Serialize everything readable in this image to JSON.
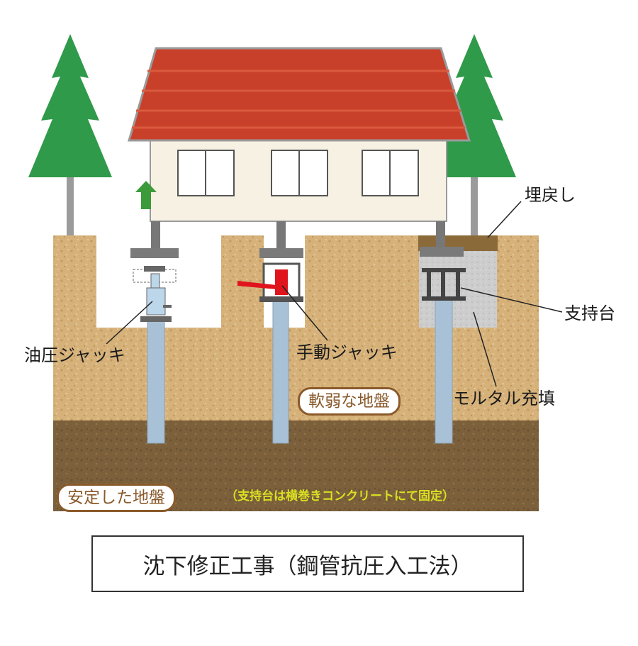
{
  "labels": {
    "oil_jack": "油圧ジャッキ",
    "manual_jack": "手動ジャッキ",
    "backfill": "埋戻し",
    "support": "支持台",
    "mortar": "モルタル充填"
  },
  "ground": {
    "soft": "軟弱な地盤",
    "stable": "安定した地盤",
    "note": "（支持台は横巻きコンクリートにて固定）"
  },
  "title": "沈下修正工事（鋼管抗圧入工法）",
  "colors": {
    "roof": "#c9402a",
    "wall": "#f6f1e2",
    "soft_soil": "#d3ad74",
    "stable_soil": "#7a5f3a",
    "pipe": "#a9c1d6",
    "jack_red": "#e0141c",
    "tree": "#2f9a4a",
    "arrow": "#3c9a3a",
    "mortar": "#c9c9c9",
    "backfill": "#8b6a3a"
  },
  "icons": [
    "tree-icon",
    "house-icon",
    "up-arrow-icon",
    "hydraulic-jack-icon",
    "manual-jack-icon"
  ]
}
